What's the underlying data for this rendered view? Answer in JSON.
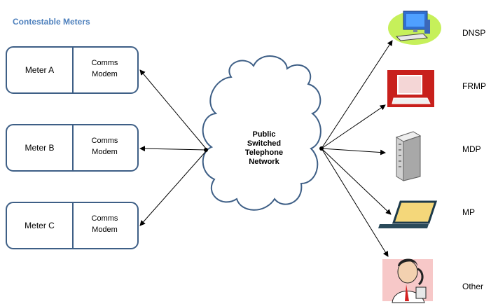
{
  "title": "Contestable Meters",
  "meters": [
    {
      "name": "Meter  A",
      "modem": [
        "Comms",
        "Modem"
      ]
    },
    {
      "name": "Meter B",
      "modem": [
        "Comms",
        "Modem"
      ]
    },
    {
      "name": "Meter  C",
      "modem": [
        "Comms",
        "Modem"
      ]
    }
  ],
  "network": [
    "Public",
    "Switched",
    "Telephone",
    "Network"
  ],
  "destinations": [
    {
      "label": "DNSP",
      "icon": "desktop-computer-icon"
    },
    {
      "label": "FRMP",
      "icon": "laptop-icon"
    },
    {
      "label": "MDP",
      "icon": "server-tower-icon"
    },
    {
      "label": "MP",
      "icon": "laptop-icon"
    },
    {
      "label": "Other",
      "icon": "person-on-phone-icon"
    }
  ],
  "colors": {
    "title": "#4f81bd",
    "box_border": "#3e5f86",
    "cloud_border": "#3e5f86"
  }
}
